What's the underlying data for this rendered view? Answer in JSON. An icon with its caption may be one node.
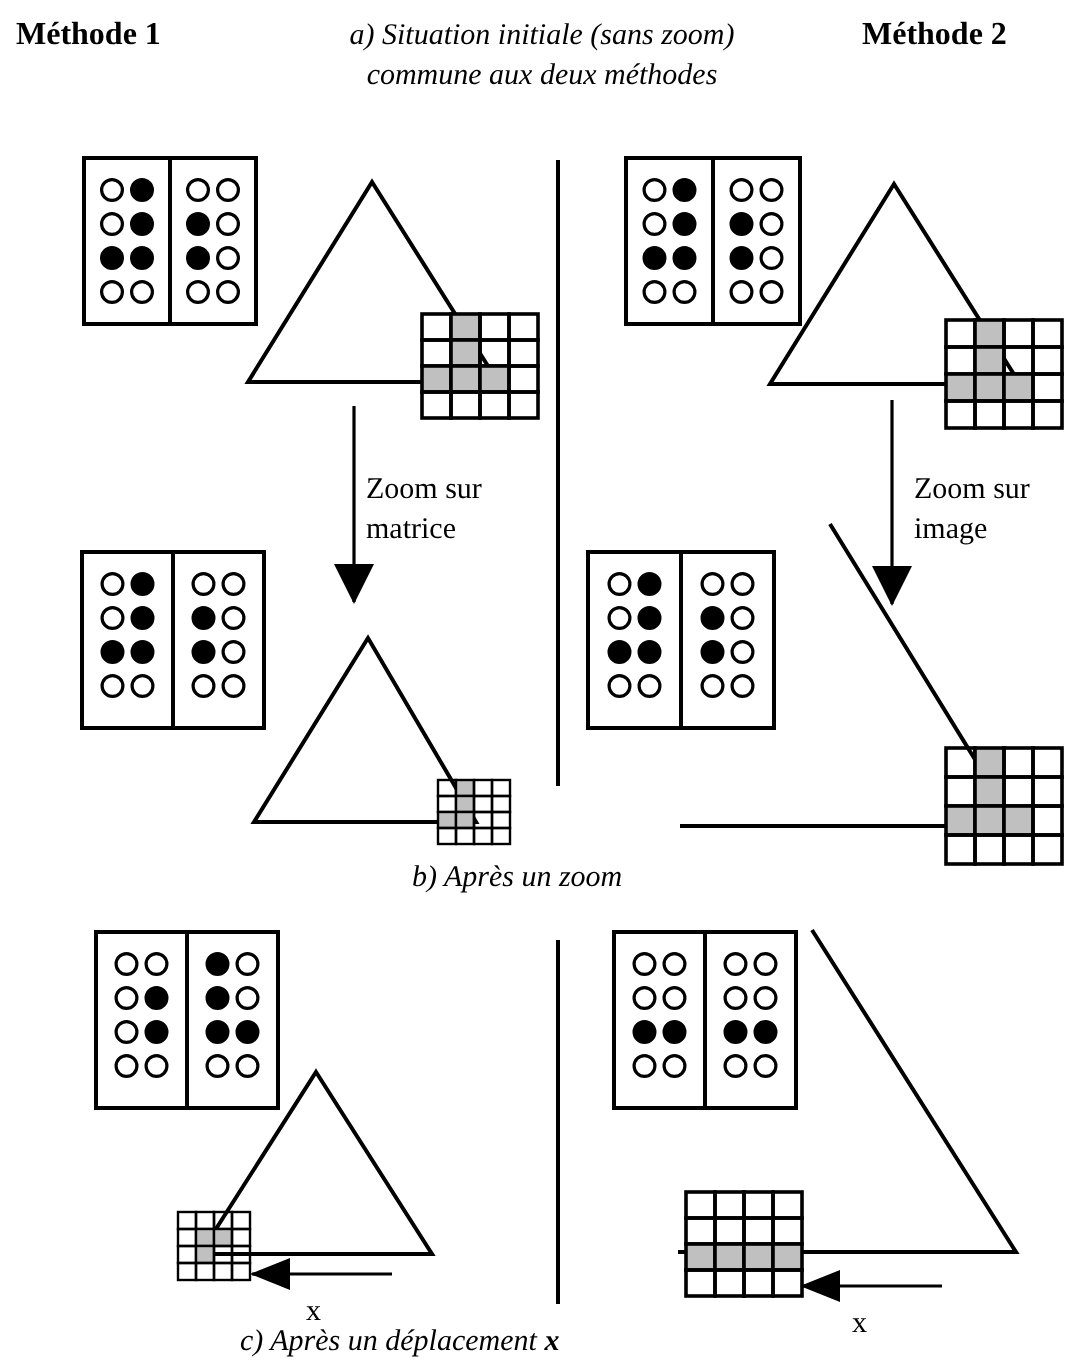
{
  "diagram": {
    "labels": [
      "Méthode 1",
      "a) Situation initiale (sans zoom) commune aux deux méthodes",
      "Méthode 2",
      "Zoom sur matrice",
      "Zoom sur image",
      "b) Après un zoom",
      "x",
      "x",
      "c) Après un déplacement **x**"
    ]
  }
}
